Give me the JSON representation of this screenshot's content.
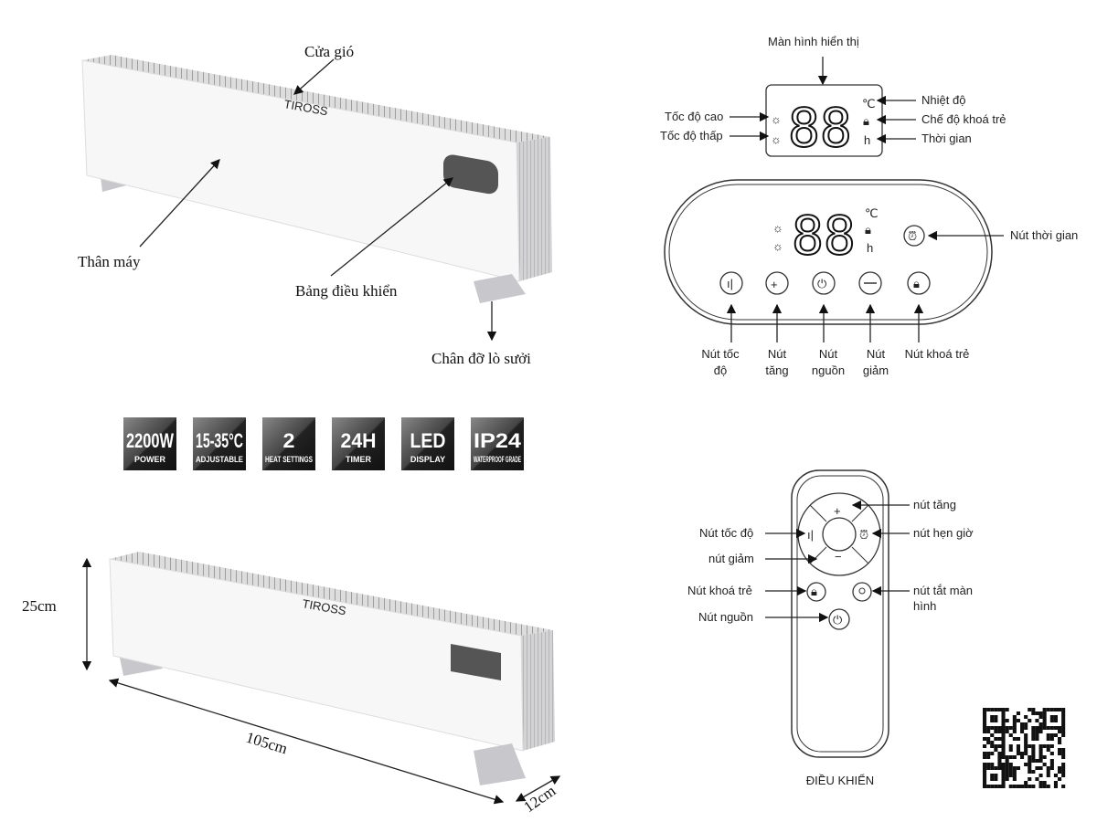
{
  "heater_parts": {
    "air_vent": "Cửa gió",
    "body": "Thân máy",
    "control_panel": "Bảng điều khiển",
    "stand": "Chân đỡ lò sưởi",
    "brand": "TIROSS"
  },
  "display_diagram": {
    "title": "Màn hình hiển thị",
    "digits": "88",
    "high_speed": "Tốc độ cao",
    "low_speed": "Tốc độ thấp",
    "temperature": "Nhiệt độ",
    "child_lock": "Chế độ khoá trẻ",
    "time": "Thời gian",
    "temp_unit": "℃",
    "hour_unit": "h"
  },
  "panel_diagram": {
    "timer_button": "Nút thời gian",
    "speed_button": [
      "Nút tốc",
      "độ"
    ],
    "plus_button": [
      "Nút",
      "tăng"
    ],
    "power_button": [
      "Nút",
      "nguồn"
    ],
    "minus_button": [
      "Nút",
      "giảm"
    ],
    "lock_button": "Nút khoá trẻ"
  },
  "features": [
    {
      "big": "2200W",
      "small": "POWER"
    },
    {
      "big": "15-35°C",
      "small": "ADJUSTABLE"
    },
    {
      "big": "2",
      "small": "HEAT SETTINGS"
    },
    {
      "big": "24H",
      "small": "TIMER"
    },
    {
      "big": "LED",
      "small": "DISPLAY"
    },
    {
      "big": "IP24",
      "small": "WATERPROOF GRADE"
    }
  ],
  "dimensions": {
    "height": "25cm",
    "length": "105cm",
    "depth": "12cm"
  },
  "remote": {
    "title": "ĐIỀU KHIỂN",
    "plus": "nút tăng",
    "speed": "Nút tốc độ",
    "timer": "nút hẹn giờ",
    "minus": "nút giảm",
    "lock": "Nút khoá trẻ",
    "display_off": [
      "nút tắt màn",
      "hình"
    ],
    "power": "Nút nguồn"
  },
  "colors": {
    "badge": "#3a3a3a",
    "heater_side": "#c9c9cc",
    "panel_display": "#555"
  }
}
